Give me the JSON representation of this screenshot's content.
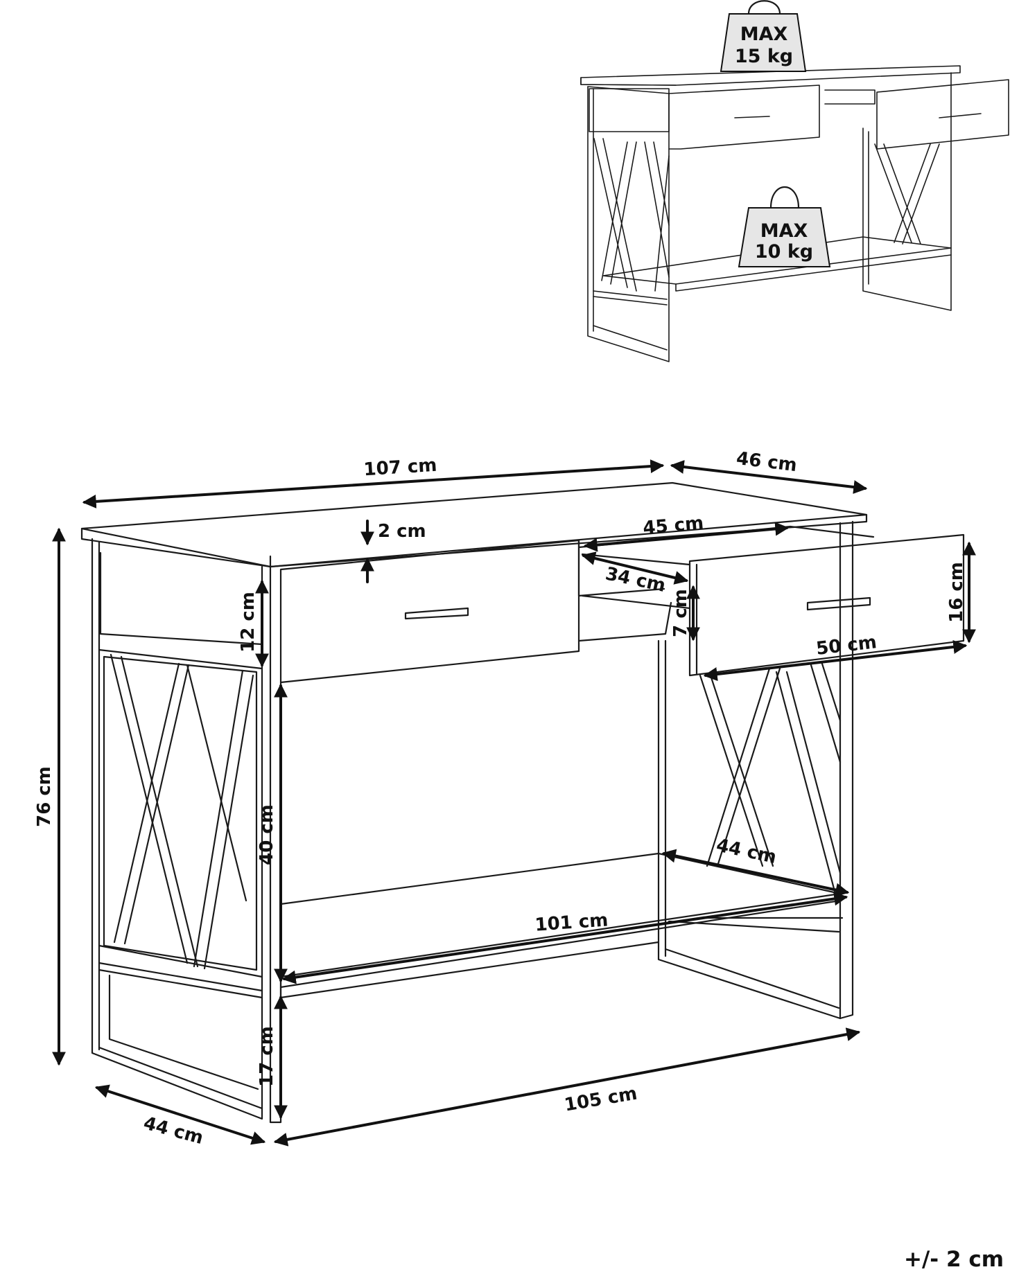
{
  "weights": {
    "top": {
      "line1": "MAX",
      "line2": "15 kg"
    },
    "shelf": {
      "line1": "MAX",
      "line2": "10 kg"
    }
  },
  "dimensions": {
    "width_top": "107 cm",
    "depth_top": "46 cm",
    "top_thickness": "2 cm",
    "drawer_inner_width": "45 cm",
    "drawer_inner_depth": "34 cm",
    "drawer_inner_height": "7 cm",
    "drawer_height": "16 cm",
    "drawer_width": "50 cm",
    "apron_height": "12 cm",
    "total_height": "76 cm",
    "shelf_clearance": "40 cm",
    "shelf_depth": "44 cm",
    "shelf_width": "101 cm",
    "floor_clearance": "17 cm",
    "base_width": "105 cm",
    "base_depth": "44 cm"
  },
  "tolerance": "+/- 2 cm"
}
